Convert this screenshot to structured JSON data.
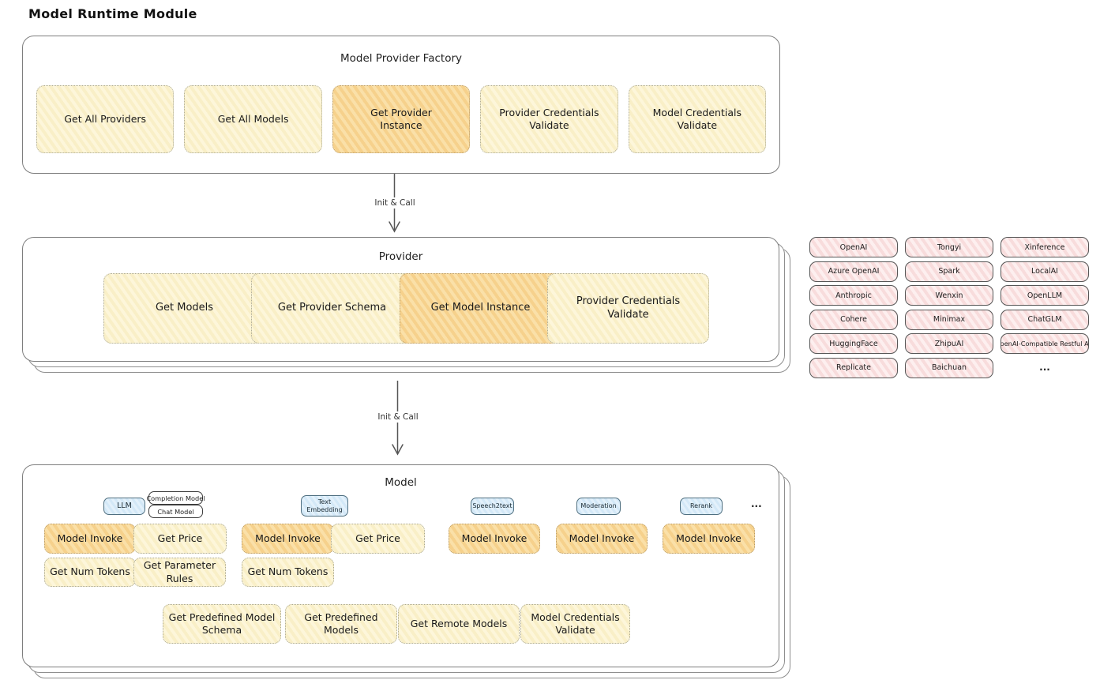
{
  "page_title": "Model Runtime Module",
  "factory": {
    "title": "Model Provider Factory",
    "buttons": [
      "Get All Providers",
      "Get All Models",
      "Get Provider Instance",
      "Provider Credentials Validate",
      "Model Credentials Validate"
    ]
  },
  "arrow1_label": "Init & Call",
  "arrow2_label": "Init & Call",
  "provider": {
    "title": "Provider",
    "buttons": [
      "Get Models",
      "Get Provider Schema",
      "Get Model Instance",
      "Provider Credentials Validate"
    ]
  },
  "providers": [
    "OpenAI",
    "Tongyi",
    "Xinference",
    "Azure OpenAI",
    "Spark",
    "LocalAI",
    "Anthropic",
    "Wenxin",
    "OpenLLM",
    "Cohere",
    "Minimax",
    "ChatGLM",
    "HuggingFace",
    "ZhipuAI",
    "OpenAI-Compatible Restful API",
    "Replicate",
    "Baichuan"
  ],
  "providers_more": "...",
  "model": {
    "title": "Model",
    "more": "...",
    "tags": {
      "llm": "LLM",
      "completion_model": "Completion Model",
      "chat_model": "Chat Model",
      "text_embedding": "Text Embedding",
      "speech2text": "Speech2text",
      "moderation": "Moderation",
      "rerank": "Rerank"
    },
    "llm": {
      "invoke": "Model Invoke",
      "price": "Get Price",
      "tokens": "Get Num Tokens",
      "rules": "Get Parameter Rules"
    },
    "text_embedding": {
      "invoke": "Model Invoke",
      "price": "Get Price",
      "tokens": "Get Num Tokens"
    },
    "speech2text": {
      "invoke": "Model Invoke"
    },
    "moderation": {
      "invoke": "Model Invoke"
    },
    "rerank": {
      "invoke": "Model Invoke"
    },
    "bottom": [
      "Get Predefined Model Schema",
      "Get Predefined Models",
      "Get Remote Models",
      "Model Credentials Validate"
    ]
  },
  "colors": {
    "cream_node": "#fcf4d7",
    "highlight_node": "#f8d79a",
    "provider_chip": "#fdeeee",
    "model_type_tag": "#ddeefa",
    "outline": "#7e7e7e",
    "text": "#1c1c1c"
  }
}
